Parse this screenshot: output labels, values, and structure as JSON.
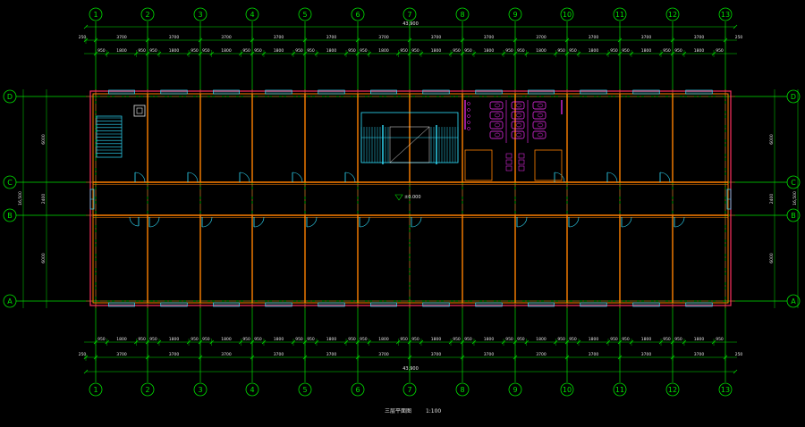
{
  "drawing": {
    "axis_numbers": [
      "1",
      "2",
      "3",
      "4",
      "5",
      "6",
      "7",
      "8",
      "9",
      "10",
      "11",
      "12",
      "13"
    ],
    "axis_letters_top_to_bottom": [
      "D",
      "C",
      "B",
      "A"
    ],
    "overall_dim": "43,900",
    "bay_dims": [
      "3700",
      "3700",
      "3700",
      "3700",
      "3700",
      "3700",
      "3700",
      "3700",
      "3700",
      "3700",
      "3700",
      "3700"
    ],
    "window_dims_top": [
      "950",
      "1800",
      "950",
      "950",
      "1800",
      "950",
      "950",
      "1800",
      "950",
      "950",
      "1800",
      "950",
      "950",
      "1800",
      "950",
      "950",
      "1800",
      "950",
      "950",
      "1800",
      "950",
      "950",
      "1800",
      "950",
      "950",
      "1800",
      "950",
      "950",
      "1800",
      "950",
      "950",
      "1800",
      "950",
      "950",
      "1800",
      "950"
    ],
    "edge_dim": "250",
    "row_dims_left": [
      "6000",
      "2400",
      "6000"
    ],
    "row_total": "16,500",
    "corridor_level": "±0.000",
    "title": "三层平面图",
    "scale": "1:100",
    "colors": {
      "background": "#000000",
      "axis": "#00e000",
      "wall_inner": "#ff8000",
      "wall_outer": "#ff3060",
      "window": "#30e0ff",
      "stair": "#30e0ff",
      "fixtures": "#ff30ff",
      "text": "#e8e8e8",
      "axis_dash": "#ff3030"
    }
  }
}
